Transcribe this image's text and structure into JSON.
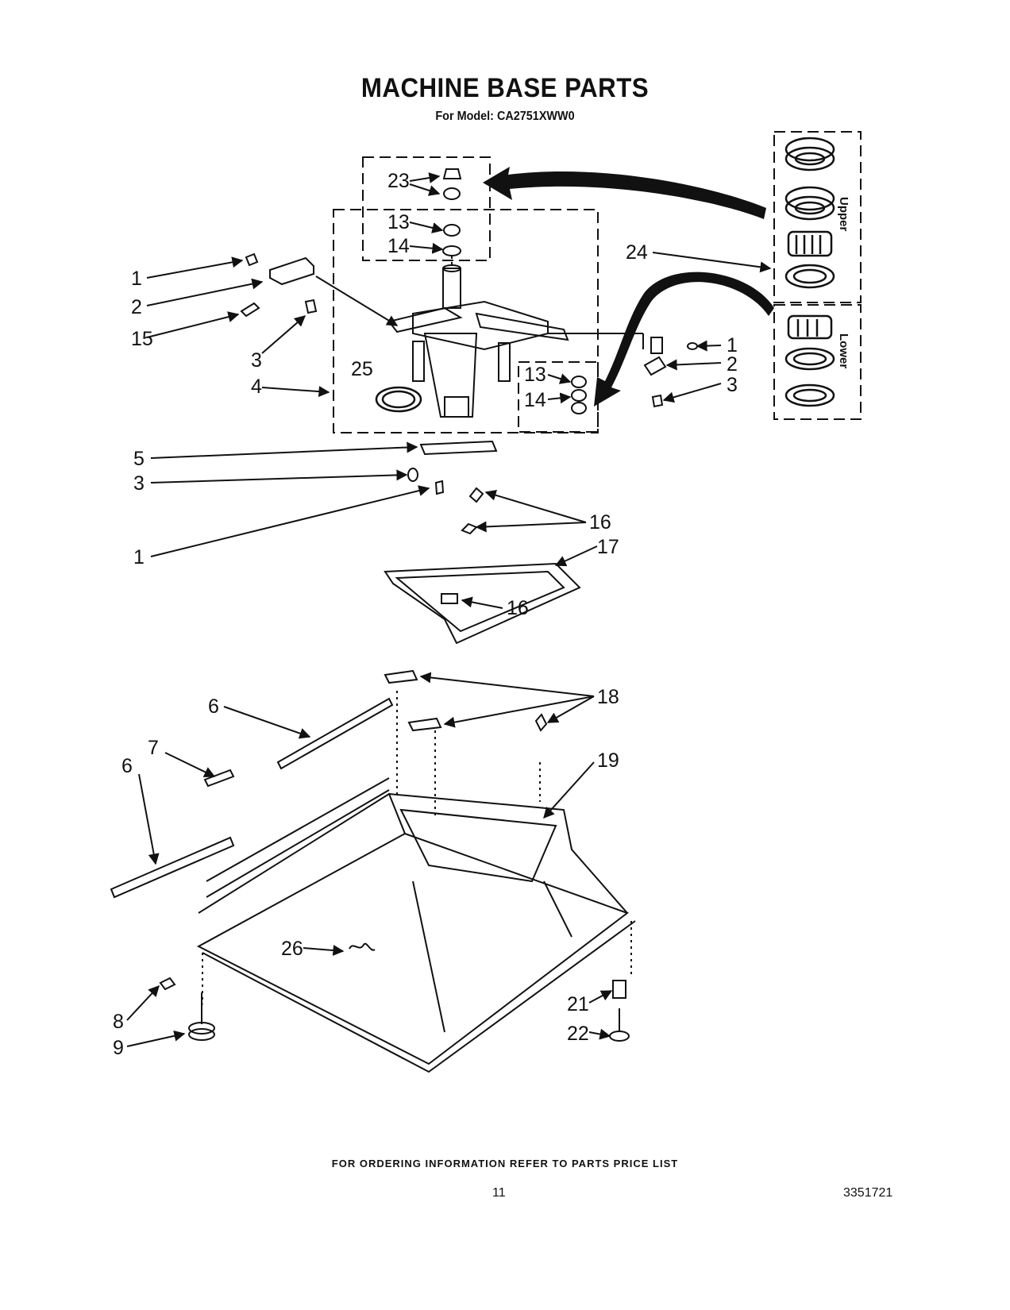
{
  "header": {
    "title": "MACHINE BASE PARTS",
    "model_line": "For Model: CA2751XWW0"
  },
  "inset": {
    "upper_label": "Upper",
    "lower_label": "Lower"
  },
  "callouts": {
    "c1a": "1",
    "c2a": "2",
    "c15": "15",
    "c3a": "3",
    "c4": "4",
    "c25": "25",
    "c23": "23",
    "c13a": "13",
    "c14a": "14",
    "c24": "24",
    "c1b": "1",
    "c2b": "2",
    "c3b": "3",
    "c13b": "13",
    "c14b": "14",
    "c5": "5",
    "c3c": "3",
    "c1c": "1",
    "c16a": "16",
    "c17": "17",
    "c16b": "16",
    "c18": "18",
    "c6a": "6",
    "c7": "7",
    "c6b": "6",
    "c19": "19",
    "c26": "26",
    "c8": "8",
    "c9": "9",
    "c21": "21",
    "c22": "22"
  },
  "footer": {
    "note": "FOR ORDERING INFORMATION REFER TO PARTS PRICE LIST",
    "page": "11",
    "doc_number": "3351721"
  }
}
